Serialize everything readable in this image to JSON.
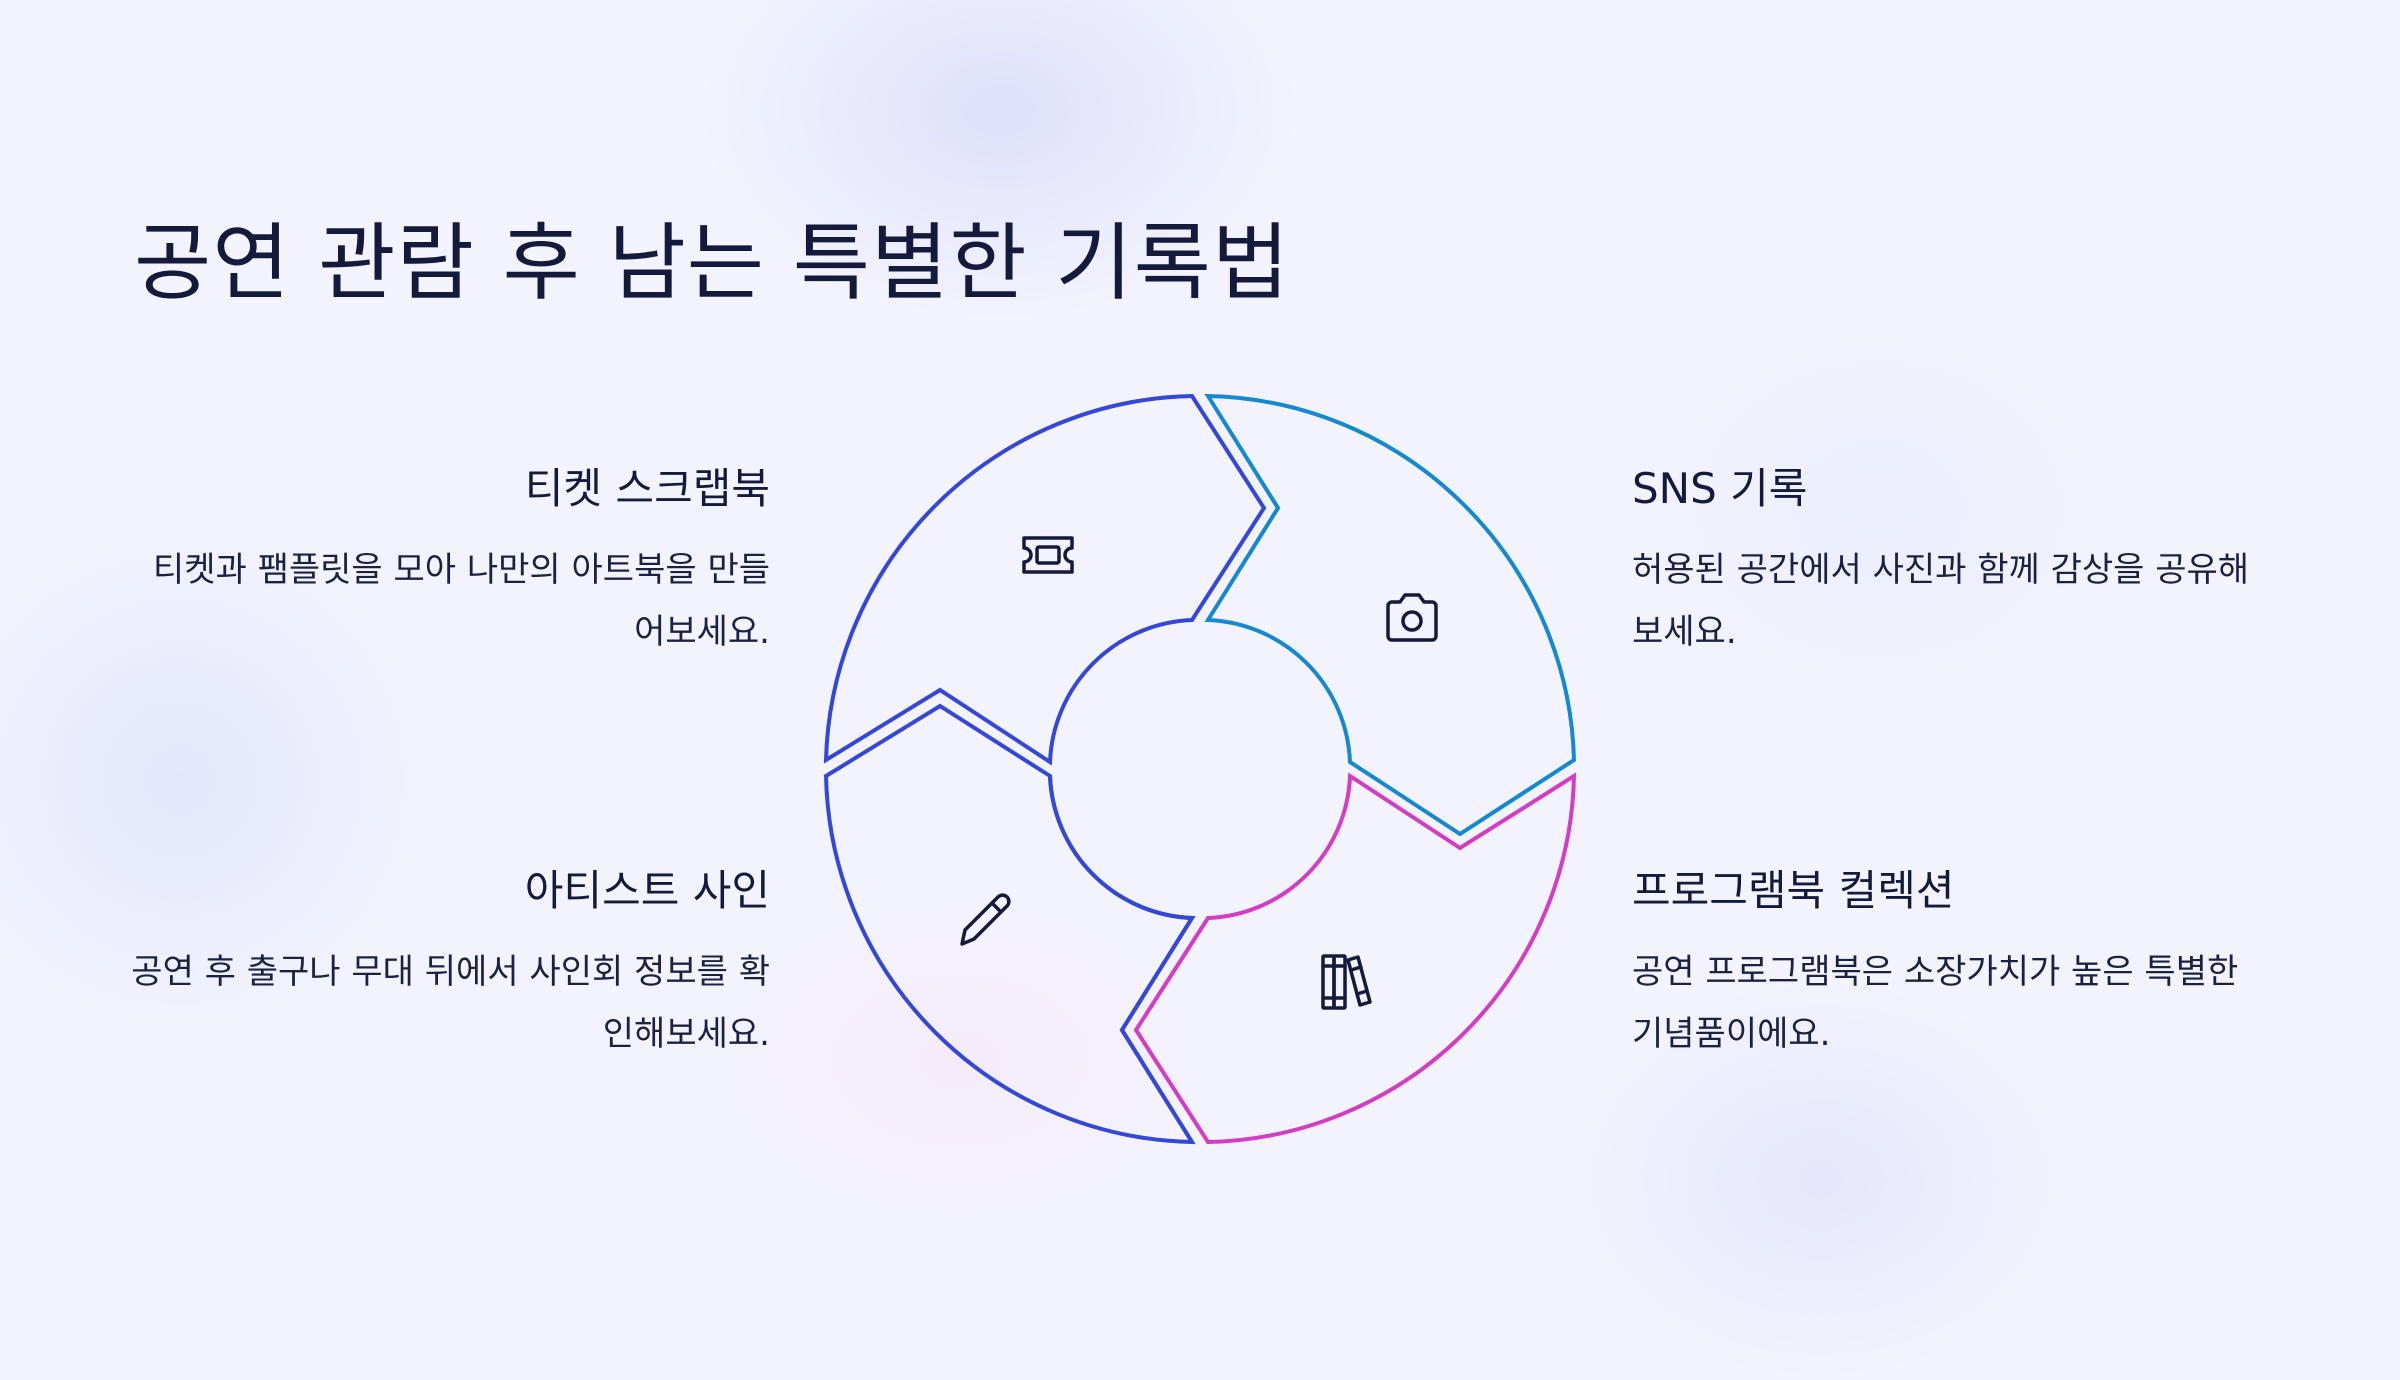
{
  "title": "공연 관람 후 남는 특별한 기록법",
  "colors": {
    "blue": "#3347d8",
    "cyan": "#1488d0",
    "magenta": "#d33cc4",
    "text": "#141a3c"
  },
  "items": [
    {
      "id": "ticket",
      "heading": "티켓 스크랩북",
      "body": "티켓과 팸플릿을 모아 나만의 아트북을 만들어보세요.",
      "icon": "ticket-icon"
    },
    {
      "id": "sns",
      "heading": "SNS 기록",
      "body": "허용된 공간에서 사진과 함께 감상을 공유해보세요.",
      "icon": "camera-icon"
    },
    {
      "id": "sign",
      "heading": "아티스트 사인",
      "body": "공연 후 출구나 무대 뒤에서 사인회 정보를 확인해보세요.",
      "icon": "pencil-icon"
    },
    {
      "id": "program",
      "heading": "프로그램북 컬렉션",
      "body": "공연 프로그램북은 소장가치가 높은 특별한 기념품이에요.",
      "icon": "books-icon"
    }
  ]
}
